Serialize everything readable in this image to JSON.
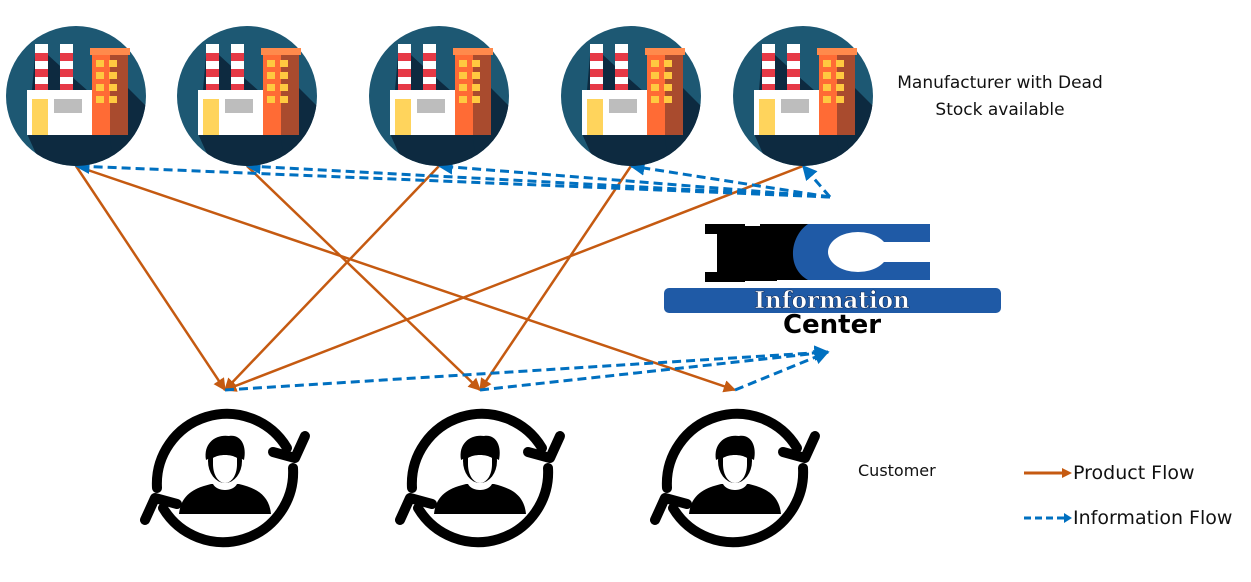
{
  "diagram": {
    "title": "Dead stock product and information flow",
    "manufacturers": {
      "label": "Manufacturer with Dead Stock available",
      "label_lines": [
        "Manufacturer with Dead",
        "Stock available"
      ],
      "count": 5,
      "icon": "factory-icon"
    },
    "information_center": {
      "logo_letters": "IC",
      "logo_line1": "Information",
      "logo_line2": "Center",
      "icon": "information-center-logo"
    },
    "customers": {
      "label": "Customer",
      "count": 3,
      "icon": "customer-cycle-icon"
    },
    "edges": {
      "product_flow": [
        {
          "from": "manufacturer-1",
          "to": "customer-1"
        },
        {
          "from": "manufacturer-1",
          "to": "customer-3"
        },
        {
          "from": "manufacturer-2",
          "to": "customer-2"
        },
        {
          "from": "manufacturer-3",
          "to": "customer-1"
        },
        {
          "from": "manufacturer-4",
          "to": "customer-2"
        },
        {
          "from": "manufacturer-5",
          "to": "customer-1"
        }
      ],
      "information_flow": [
        {
          "from": "information-center",
          "to": "manufacturer-1"
        },
        {
          "from": "information-center",
          "to": "manufacturer-2"
        },
        {
          "from": "information-center",
          "to": "manufacturer-3"
        },
        {
          "from": "information-center",
          "to": "manufacturer-4"
        },
        {
          "from": "information-center",
          "to": "manufacturer-5"
        },
        {
          "from": "customer-1",
          "to": "information-center"
        },
        {
          "from": "customer-2",
          "to": "information-center"
        },
        {
          "from": "customer-3",
          "to": "information-center"
        }
      ]
    },
    "legend": [
      {
        "label": "Product Flow",
        "style": "solid",
        "color": "#C55A11"
      },
      {
        "label": "Information Flow",
        "style": "dashed",
        "color": "#0070C0"
      }
    ],
    "colors": {
      "product": "#C55A11",
      "information": "#0070C0",
      "factory_bg": "#1D5873",
      "factory_shadow": "#0D2A40",
      "logo_blue": "#1F5AA6"
    }
  }
}
